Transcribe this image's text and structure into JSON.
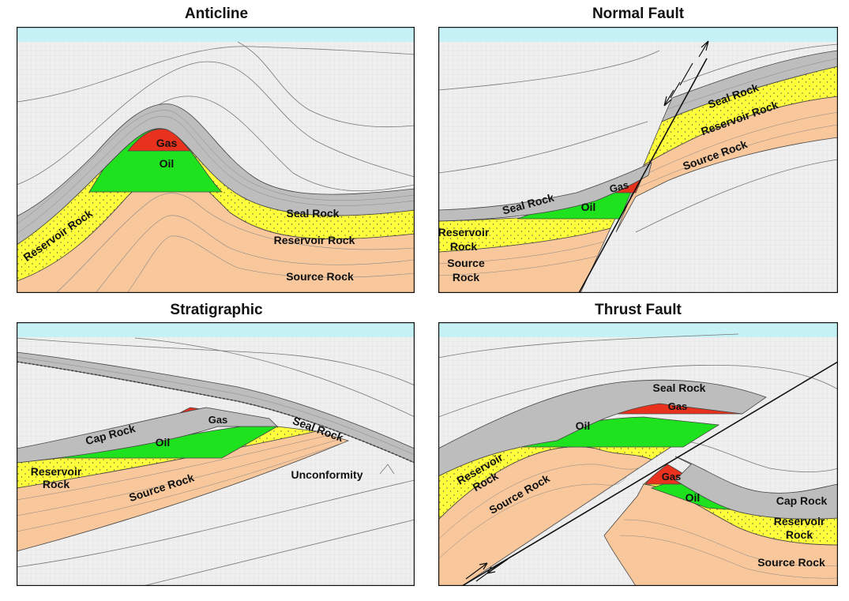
{
  "panels": {
    "anticline": {
      "title": "Anticline",
      "labels": {
        "gas": "Gas",
        "oil": "Oil",
        "seal": "Seal Rock",
        "reservoir_left": "Reservoir Rock",
        "reservoir_right": "Reservoir Rock",
        "source": "Source Rock"
      }
    },
    "normal_fault": {
      "title": "Normal Fault",
      "labels": {
        "seal_up": "Seal Rock",
        "reservoir_up": "Reservoir Rock",
        "source_up": "Source Rock",
        "seal_down": "Seal Rock",
        "gas": "Gas",
        "oil": "Oil",
        "reservoir_down_1": "Reservoir",
        "reservoir_down_2": "Rock",
        "source_down_1": "Source",
        "source_down_2": "Rock"
      }
    },
    "stratigraphic": {
      "title": "Stratigraphic",
      "labels": {
        "cap": "Cap Rock",
        "gas": "Gas",
        "oil": "Oil",
        "seal": "Seal Rock",
        "reservoir_1": "Reservoir",
        "reservoir_2": "Rock",
        "source": "Source Rock",
        "unconformity": "Unconformity"
      }
    },
    "thrust_fault": {
      "title": "Thrust Fault",
      "labels": {
        "seal": "Seal Rock",
        "gas_upper": "Gas",
        "oil_upper": "Oil",
        "reservoir_left_1": "Reservoir",
        "reservoir_left_2": "Rock",
        "source_left": "Source Rock",
        "gas_lower": "Gas",
        "oil_lower": "Oil",
        "cap": "Cap Rock",
        "reservoir_right_1": "Reservoir",
        "reservoir_right_2": "Rock",
        "source_right": "Source Rock"
      }
    }
  },
  "colors": {
    "water": "#c6f1f5",
    "background": "#ececec",
    "seal": "#bdbdbd",
    "reservoir": "#ffff3b",
    "source": "#f8c79b",
    "gas": "#e8321e",
    "oil": "#1fe21f",
    "outline": "#111111"
  }
}
